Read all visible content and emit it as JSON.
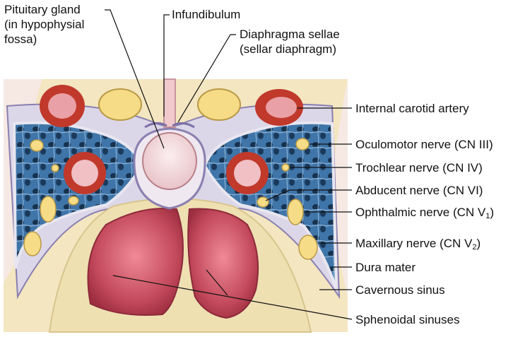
{
  "figure": {
    "colors": {
      "bone": "#f1e3b8",
      "dura": "#d9d4e6",
      "sinus_blue": "#4c7fae",
      "artery_red": "#c0392b",
      "nerve_yellow": "#f6dc86",
      "gland_pink": "#f5dadd",
      "air_sinus": "#c85a68"
    },
    "labels": {
      "pituitary": [
        "Pituitary gland",
        "(in hypophysial",
        "fossa)"
      ],
      "infundibulum": "Infundibulum",
      "diaphragma": [
        "Diaphragma sellae",
        "(sellar diaphragm)"
      ],
      "internal_carotid": "Internal carotid artery",
      "oculomotor": "Oculomotor nerve (CN III)",
      "trochlear": "Trochlear nerve (CN IV)",
      "abducent": "Abducent nerve (CN VI)",
      "ophthalmic": {
        "text": "Ophthalmic nerve (CN V",
        "sub": "1",
        "close": ")"
      },
      "maxillary": {
        "text": "Maxillary nerve (CN V",
        "sub": "2",
        "close": ")"
      },
      "dura": "Dura mater",
      "cavernous": "Cavernous sinus",
      "sphenoidal": "Sphenoidal sinuses"
    }
  }
}
